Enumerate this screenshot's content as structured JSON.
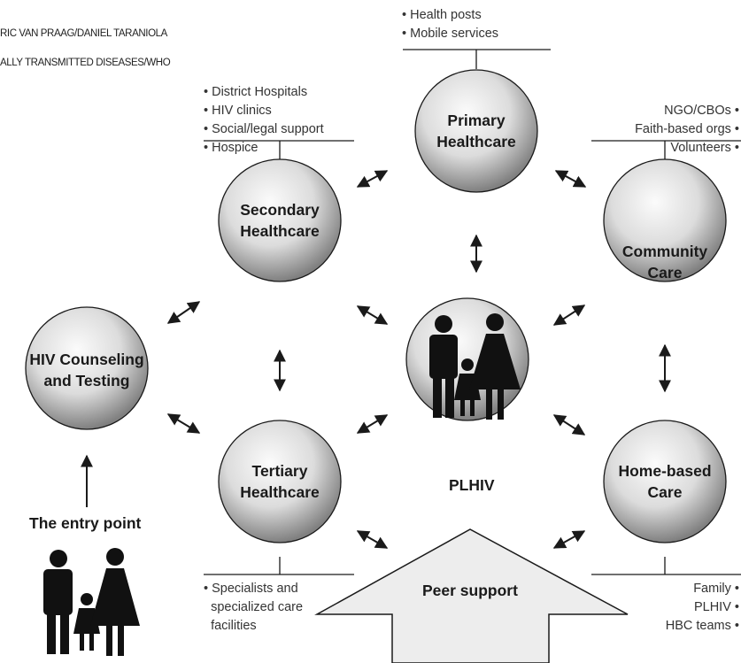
{
  "credits": [
    "RIC VAN PRAAG/DANIEL TARANIOLA",
    "ALLY TRANSMITTED DISEASES/WHO"
  ],
  "nodes": {
    "primary": {
      "label": "Primary\nHealthcare",
      "services": [
        "Health posts",
        "Mobile services"
      ]
    },
    "secondary": {
      "label": "Secondary\nHealthcare",
      "services": [
        "District Hospitals",
        "HIV clinics",
        "Social/legal support",
        "Hospice"
      ]
    },
    "community": {
      "label": "Community\nCare",
      "services": [
        "NGO/CBOs",
        "Faith-based orgs",
        "Volunteers"
      ]
    },
    "hct": {
      "label": "HIV Counseling\nand Testing"
    },
    "plhiv": {
      "label": "PLHIV",
      "icon": "family-icon"
    },
    "tertiary": {
      "label": "Tertiary\nHealthcare",
      "services": [
        "Specialists and",
        "specialized care",
        "facilities"
      ]
    },
    "home": {
      "label": "Home-based\nCare",
      "services": [
        "Family",
        "PLHIV",
        "HBC teams"
      ]
    }
  },
  "entry_point": {
    "label": "The entry point",
    "icon": "family-icon"
  },
  "peer_support": {
    "label": "Peer support"
  },
  "colors": {
    "circle_light": "#f4f4f4",
    "circle_dark": "#7a7a7a",
    "line": "#1a1a1a",
    "text": "#1a1a1a",
    "arrow_fill": "#ededed"
  }
}
